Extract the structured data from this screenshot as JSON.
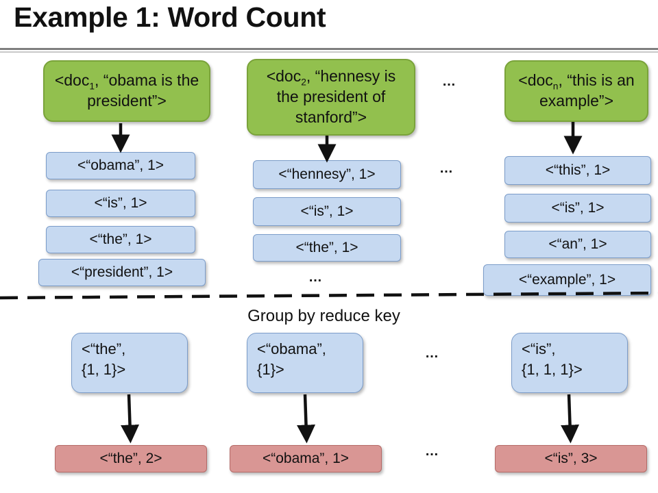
{
  "title": "Example 1: Word Count",
  "docs": [
    {
      "prefix": "<doc",
      "sub": "1",
      "suffix": ", “obama is the president”>"
    },
    {
      "prefix": "<doc",
      "sub": "2",
      "suffix": ", “hennesy is the president of stanford”>"
    },
    {
      "prefix": "<doc",
      "sub": "n",
      "suffix": ", “this is an example”>"
    }
  ],
  "map_outputs": {
    "col1": [
      "<“obama”, 1>",
      "<“is”, 1>",
      "<“the”, 1>",
      "<“president”, 1>"
    ],
    "col2": [
      "<“hennesy”, 1>",
      "<“is”, 1>",
      "<“the”, 1>"
    ],
    "col3": [
      "<“this”, 1>",
      "<“is”, 1>",
      "<“an”, 1>",
      "<“example”, 1>"
    ]
  },
  "ellipsis": "…",
  "group_label": "Group by reduce key",
  "groups": [
    {
      "line1": "<“the”,",
      "line2": "{1, 1}>"
    },
    {
      "line1": "<“obama”,",
      "line2": "{1}>"
    },
    {
      "line1": "<“is”,",
      "line2": "{1, 1, 1}>"
    }
  ],
  "reduce_outputs": [
    "<“the”, 2>",
    "<“obama”, 1>",
    "<“is”, 3>"
  ],
  "colors": {
    "doc_fill": "#92c04e",
    "pair_fill": "#c6d9f1",
    "reduce_fill": "#d99694",
    "divider": "#111111"
  }
}
